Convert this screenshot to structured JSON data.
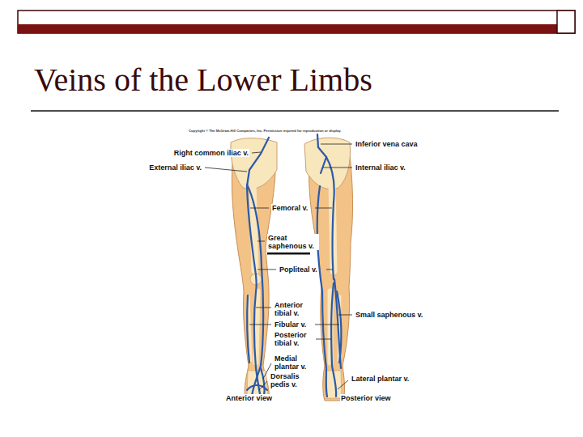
{
  "diagram": {
    "title": "Veins of the Lower Limbs",
    "labels": [
      "Copyright © The McGraw-Hill Companies, Inc. Permission required for reproduction or display.",
      "Right common iliac v.",
      "External iliac v.",
      "Inferior vena cava",
      "Internal iliac v.",
      "Femoral v.",
      "Great saphenous v.",
      "Popliteal v.",
      "Anterior tibial v.",
      "Fibular v.",
      "Posterior tibial v.",
      "Medial plantar v.",
      "Dorsalis pedis v.",
      "Small saphenous v.",
      "Lateral plantar v.",
      "Anterior view",
      "Posterior view"
    ]
  }
}
